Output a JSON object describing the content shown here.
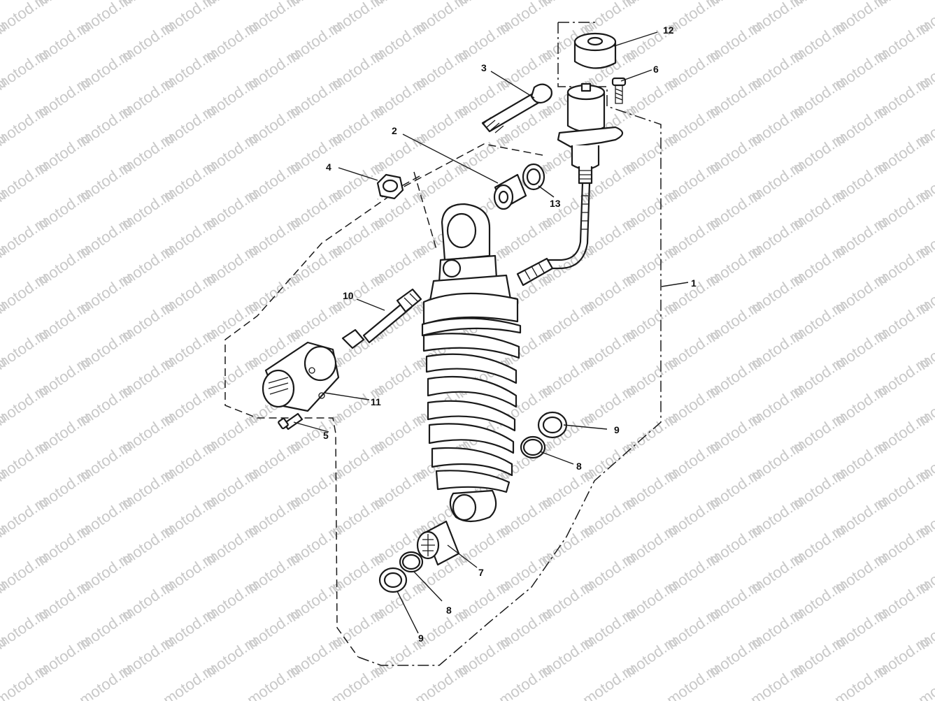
{
  "watermark": {
    "text": "motod.ru"
  },
  "callouts": [
    {
      "id": "c1",
      "text": "1"
    },
    {
      "id": "c2",
      "text": "2"
    },
    {
      "id": "c3",
      "text": "3"
    },
    {
      "id": "c4",
      "text": "4"
    },
    {
      "id": "c5",
      "text": "5"
    },
    {
      "id": "c6",
      "text": "6"
    },
    {
      "id": "c7",
      "text": "7"
    },
    {
      "id": "c8a",
      "text": "8"
    },
    {
      "id": "c8b",
      "text": "8"
    },
    {
      "id": "c9a",
      "text": "9"
    },
    {
      "id": "c9b",
      "text": "9"
    },
    {
      "id": "c10",
      "text": "10"
    },
    {
      "id": "c11",
      "text": "11"
    },
    {
      "id": "c12",
      "text": "12"
    },
    {
      "id": "c13",
      "text": "13"
    }
  ]
}
